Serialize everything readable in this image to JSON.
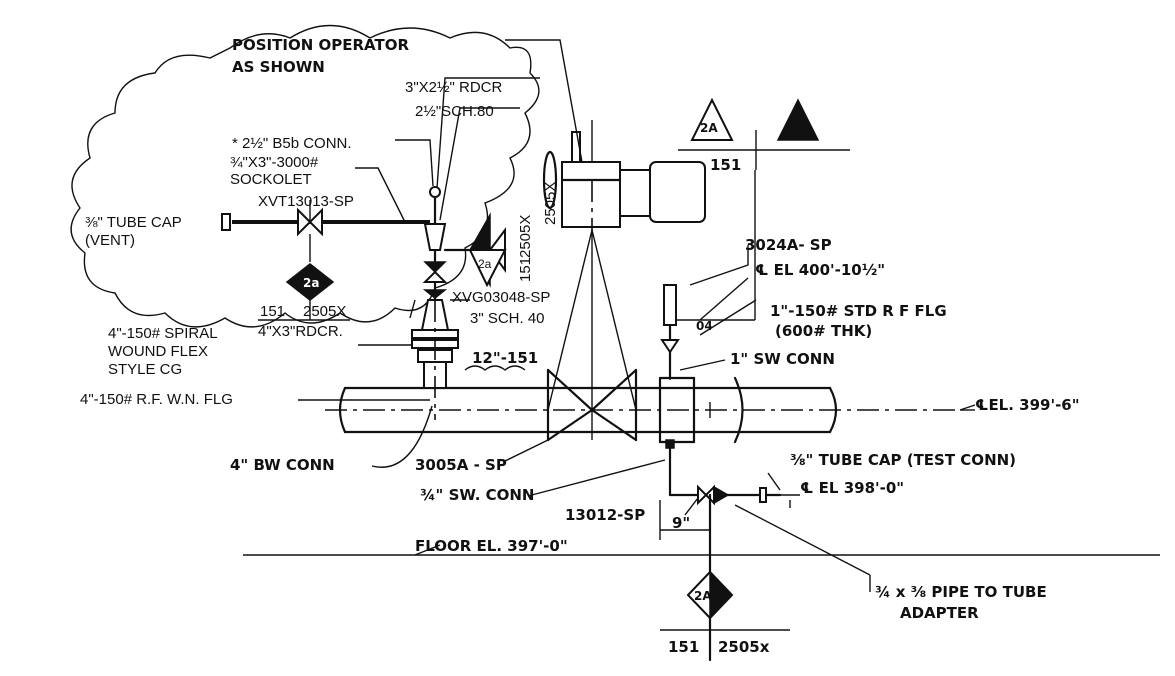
{
  "labels": {
    "position_operator_1": "POSITION OPERATOR",
    "position_operator_2": "AS SHOWN",
    "rdcr_3x2_5": "3\"X2½\" RDCR",
    "sch80": "2½\"SCH.80",
    "b5b_conn": "* 2½\" B5b CONN.",
    "sockolet_1": "¾\"X3\"-3000#",
    "sockolet_2": "SOCKOLET",
    "xvt": "XVT13013-SP",
    "tube_cap_1": "⅜\" TUBE CAP",
    "tube_cap_2": "(VENT)",
    "flag_2a": "2a",
    "ref_151": "151",
    "ref_2505x": "2505X",
    "rdcr_4x3": "4\"X3\"RDCR.",
    "spiral_1": "4\"-150# SPIRAL",
    "spiral_2": "WOUND FLEX",
    "spiral_3": "STYLE CG",
    "rfwn_flg": "4\"-150# R.F. W.N. FLG",
    "bw_conn": "4\" BW CONN",
    "xvg": "XVG03048-SP",
    "sch40": "3\" SCH. 40",
    "dim_12_151": "12\"-151",
    "vert_2505x": "2505X",
    "vert_2505x_b": "2505X",
    "vert_151": "151",
    "sw_3005a": "3005A - SP",
    "sw_conn_frac": "¾\" SW. CONN",
    "tag_3024a": "3024A- SP",
    "el_400": "℄ EL 400'-10½\"",
    "rf_flg_1": "1\"-150# STD R F FLG",
    "rf_flg_2": "(600# THK)",
    "one_sw_conn": "1\" SW CONN",
    "el_399": "℄EL. 399'-6\"",
    "tube_cap_test": "⅜\" TUBE CAP (TEST CONN)",
    "el_398": "℄ EL 398'-0\"",
    "tag_13012": "13012-SP",
    "dim_9": "9\"",
    "floor_el": "FLOOR EL. 397'-0\"",
    "adapter_1": "¾ x ⅜ PIPE TO TUBE",
    "adapter_2": "ADAPTER",
    "flag_2A_top": "2A",
    "ref_151_top": "151",
    "flag_2A_bottom": "2A",
    "ref_151_bottom": "151",
    "ref_2505x_bottom": "2505x",
    "flag_2a_mid": "2a",
    "num_04": "04"
  }
}
